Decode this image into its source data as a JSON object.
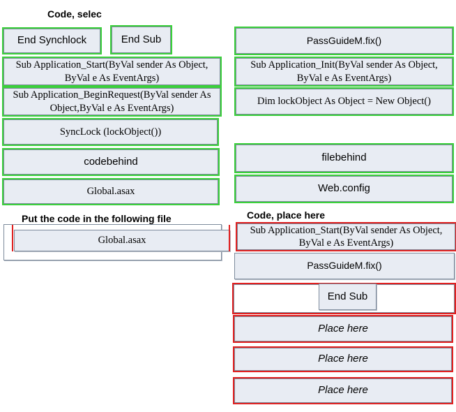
{
  "header": {
    "code_select_label": "Code, selec"
  },
  "sources": {
    "end_synchlock": "End Synchlock",
    "end_sub_top": "End Sub",
    "passguide_fix": "PassGuideM.fix()",
    "app_start": "Sub Application_Start(ByVal sender As Object, ByVal e As EventArgs)",
    "app_init": "Sub Application_Init(ByVal sender As Object, ByVal e As EventArgs)",
    "begin_request": "Sub Application_BeginRequest(ByVal sender As Object,ByVal e As EventArgs)",
    "dim_lock": "Dim lockObject As Object = New Object()",
    "synclock": "SyncLock (lockObject())",
    "codebehind": "codebehind",
    "filebehind": "filebehind",
    "global_asax": "Global.asax",
    "web_config": "Web.config"
  },
  "file_section": {
    "label": "Put the code in the following file",
    "answer": "Global.asax"
  },
  "code_section": {
    "label": "Code, place here",
    "slots": [
      "Sub Application_Start(ByVal sender As Object, ByVal e As EventArgs)",
      "PassGuideM.fix()",
      "End Sub",
      "Place here",
      "Place here",
      "Place here"
    ]
  },
  "colors": {
    "tile_bg": "#e8ecf3",
    "correct": "#3ad13a",
    "incorrect": "#e02020"
  }
}
